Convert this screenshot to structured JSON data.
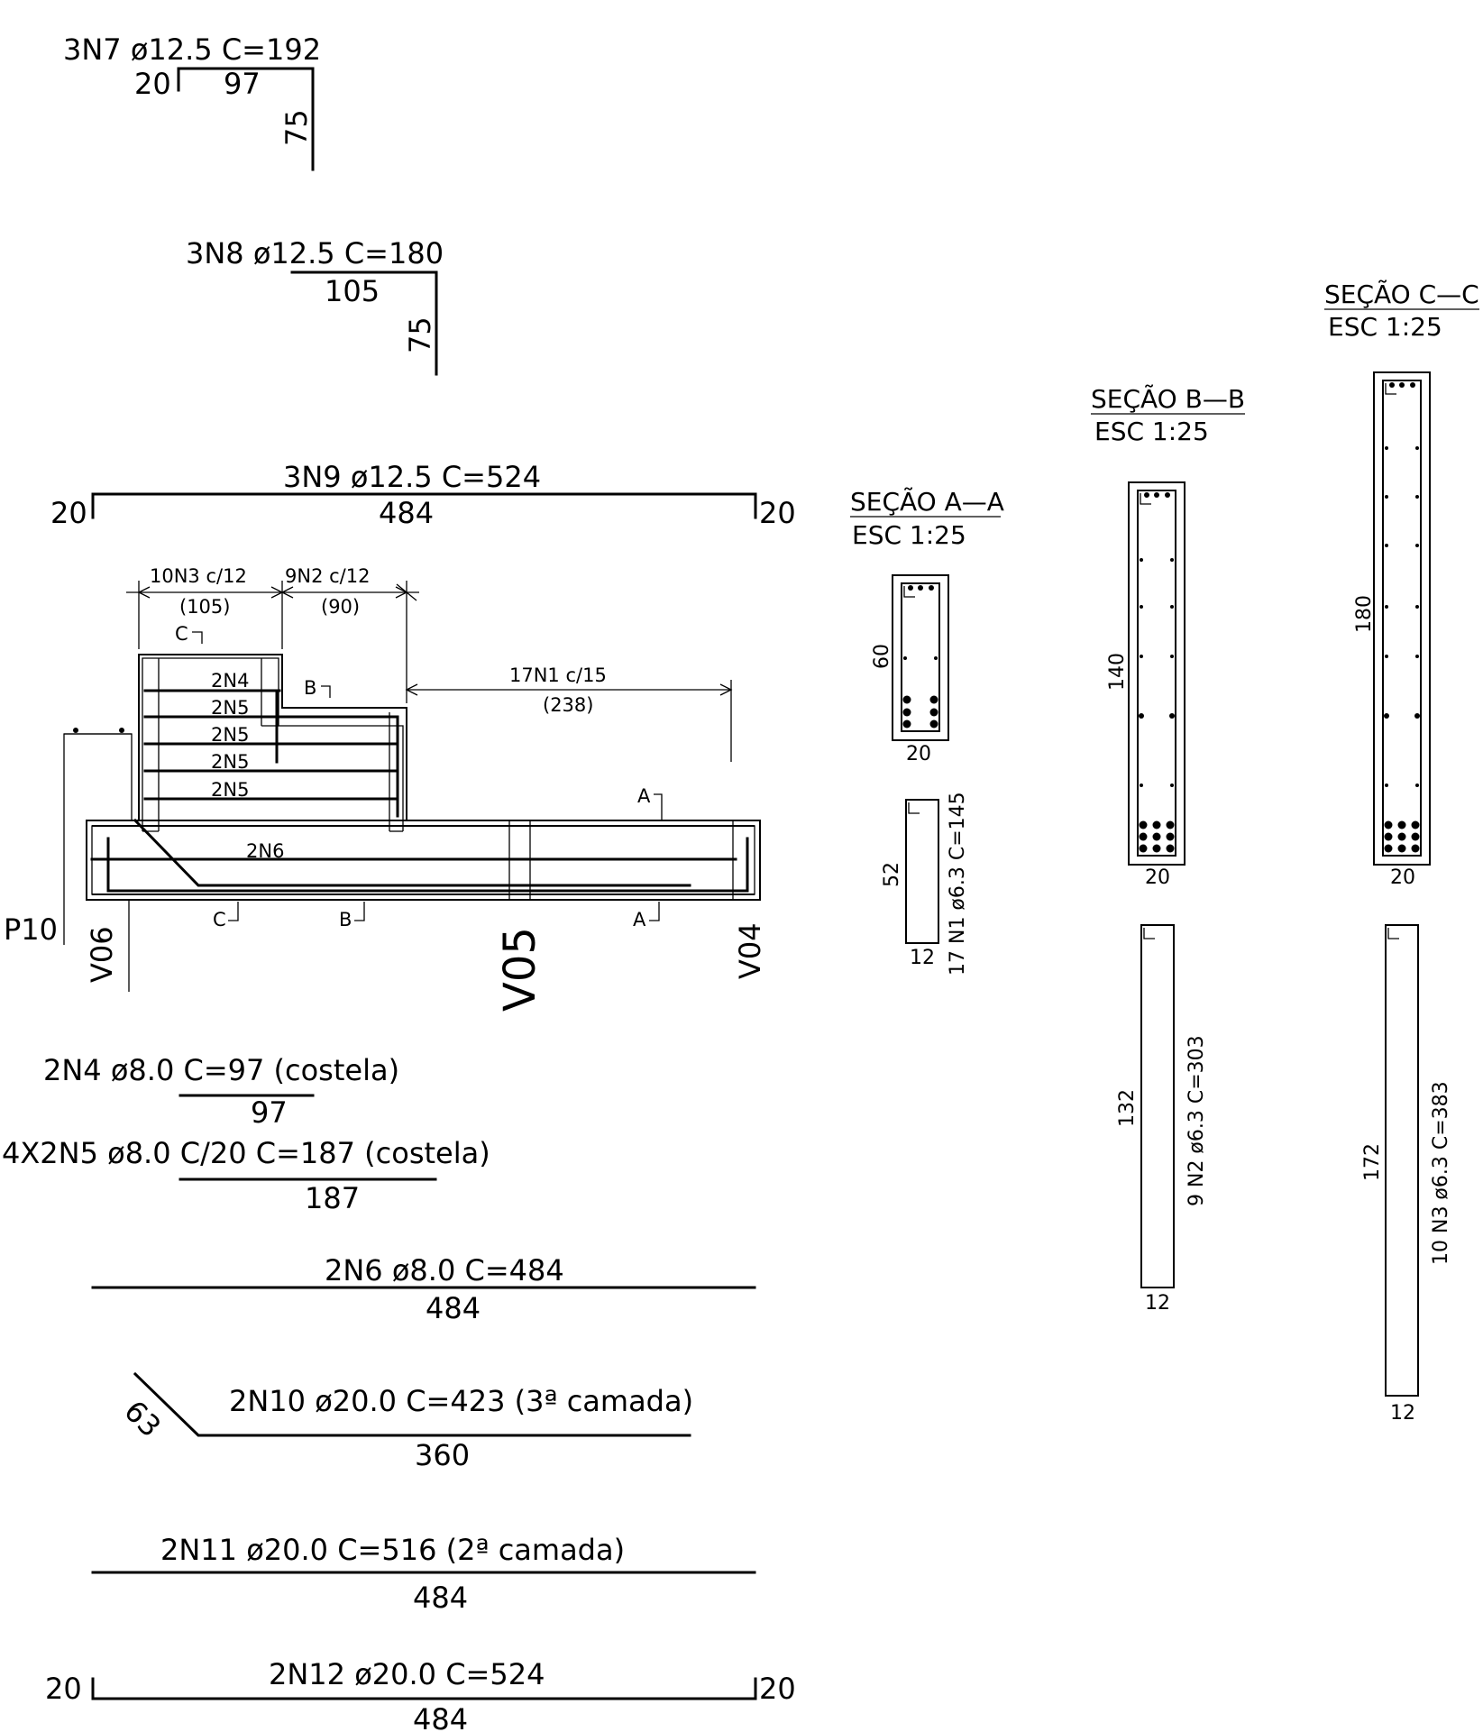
{
  "bars": {
    "n7": {
      "label": "3N7  ø12.5   C=192",
      "hook": "20",
      "len": "97",
      "leg": "75"
    },
    "n8": {
      "label": "3N8  ø12.5   C=180",
      "len": "105",
      "leg": "75"
    },
    "n9": {
      "label": "3N9  ø12.5   C=524",
      "hook_l": "20",
      "len": "484",
      "hook_r": "20"
    },
    "n4": {
      "label": "2N4  ø8.0    C=97  (costela)",
      "len": "97"
    },
    "n5": {
      "label": "4X2N5  ø8.0  C/20   C=187  (costela)",
      "len": "187"
    },
    "n6": {
      "label": "2N6  ø8.0    C=484",
      "len": "484"
    },
    "n10": {
      "label": "2N10  ø20.0    C=423  (3ª  camada)",
      "len": "360",
      "bend": "63"
    },
    "n11": {
      "label": "2N11  ø20.0    C=516  (2ª  camada)",
      "len": "484"
    },
    "n12": {
      "label": "2N12  ø20.0     C=524",
      "hook_l": "20",
      "len": "484",
      "hook_r": "20"
    }
  },
  "elevation": {
    "dim_n3": "10N3  c/12",
    "dim_n3_sub": "(105)",
    "dim_n2": "9N2  c/12",
    "dim_n2_sub": "(90)",
    "dim_n1": "17N1  c/15",
    "dim_n1_sub": "(238)",
    "layer_n4": "2N4",
    "layer_n5": "2N5",
    "layer_n6": "2N6",
    "cut_a": "A",
    "cut_b": "B",
    "cut_c": "C",
    "pillar": "P10",
    "beam_v06": "V06",
    "beam_v05": "V05",
    "beam_v04": "V04"
  },
  "sections": {
    "a": {
      "title": "SEÇÃO  A—A",
      "scale": "ESC  1:25",
      "height": "60",
      "width": "20",
      "stirrup_h": "52",
      "stirrup_w": "12",
      "stirrup_label": "17  N1  ø6.3  C=145"
    },
    "b": {
      "title": "SEÇÃO  B—B",
      "scale": "ESC  1:25",
      "height": "140",
      "width": "20",
      "stirrup_h": "132",
      "stirrup_w": "12",
      "stirrup_label": "9  N2  ø6.3  C=303"
    },
    "c": {
      "title": "SEÇÃO  C—C",
      "scale": "ESC  1:25",
      "height": "180",
      "width": "20",
      "stirrup_h": "172",
      "stirrup_w": "12",
      "stirrup_label": "10  N3  ø6.3  C=383"
    }
  }
}
